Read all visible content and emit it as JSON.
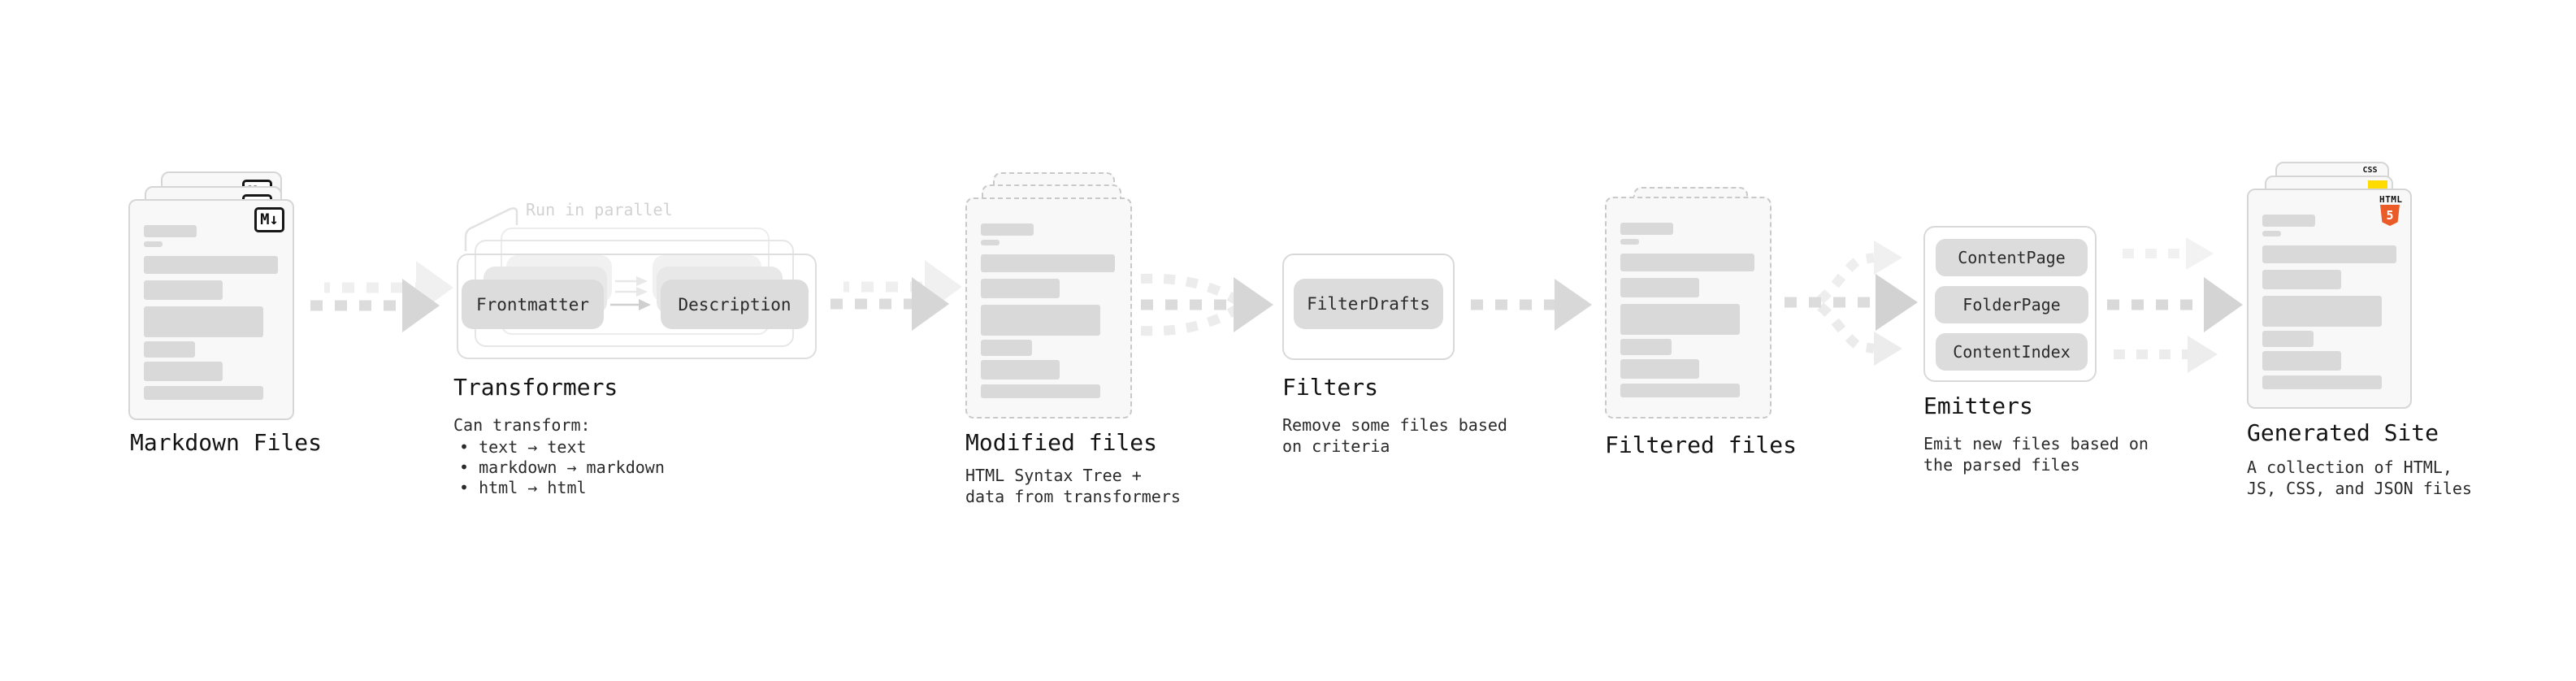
{
  "diagram": {
    "nodes": {
      "markdown_files": {
        "label": "Markdown Files",
        "badge": "M↓"
      },
      "transformers": {
        "label": "Transformers",
        "annotation": "Run in parallel",
        "pills": [
          "Frontmatter",
          "Description"
        ],
        "description_title": "Can transform:",
        "bullets": [
          "text → text",
          "markdown → markdown",
          "html → html"
        ]
      },
      "modified_files": {
        "label": "Modified files",
        "description": "HTML Syntax Tree +\ndata from transformers"
      },
      "filters": {
        "label": "Filters",
        "pill": "FilterDrafts",
        "description": "Remove some files based\non criteria"
      },
      "filtered_files": {
        "label": "Filtered files"
      },
      "emitters": {
        "label": "Emitters",
        "pills": [
          "ContentPage",
          "FolderPage",
          "ContentIndex"
        ],
        "description": "Emit new files based on\nthe parsed files"
      },
      "generated_site": {
        "label": "Generated Site",
        "description": "A collection of HTML,\nJS, CSS, and JSON files",
        "badges": {
          "css": "CSS",
          "html": "HTML",
          "html_number": "5"
        }
      }
    },
    "colors": {
      "html5_orange": "#ea5b27",
      "js_yellow": "#ffdb00",
      "css_blue": "#2d6bf5",
      "arrow_gray": "#d6d6d6",
      "card_bg": "#f8f8f8",
      "bar_gray": "#d9d9d9"
    }
  }
}
